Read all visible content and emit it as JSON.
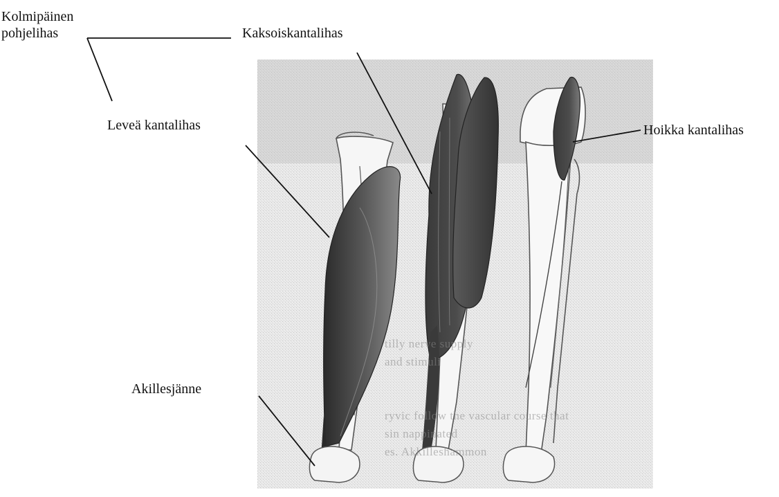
{
  "labels": {
    "kolmipainen_line1": "Kolmipäinen",
    "kolmipainen_line2": "pohjelihas",
    "kaksoiskantalihas": "Kaksoiskantalihas",
    "levea_kantalihas": "Leveä kantalihas",
    "hoikka_kantalihas": "Hoikka kantalihas",
    "akillesjanne": "Akillesjänne"
  },
  "bleed_through_text": [
    "ryvic follow the vascular course that",
    "sin nappinated",
    "es. Akkilleshammon",
    "tilly nerve supply",
    "and stimuli"
  ],
  "colors": {
    "muscle_dark": "#3b3b3b",
    "muscle_mid": "#6e6e6e",
    "bone_outline": "#555555",
    "paper_shade": "#c9c9c9",
    "ink": "#111111"
  }
}
